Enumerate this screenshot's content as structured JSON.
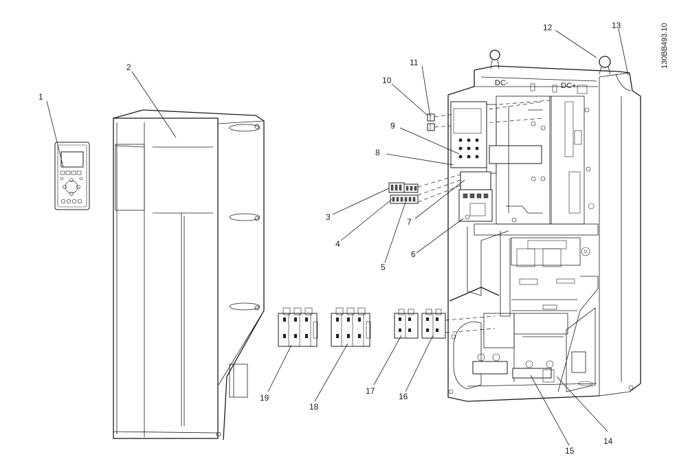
{
  "document_id": "130BB493.10",
  "callouts": {
    "c1": "1",
    "c2": "2",
    "c3": "3",
    "c4": "4",
    "c5": "5",
    "c6": "6",
    "c7": "7",
    "c8": "8",
    "c9": "9",
    "c10": "10",
    "c11": "11",
    "c12": "12",
    "c13": "13",
    "c14": "14",
    "c15": "15",
    "c16": "16",
    "c17": "17",
    "c18": "18",
    "c19": "19"
  }
}
